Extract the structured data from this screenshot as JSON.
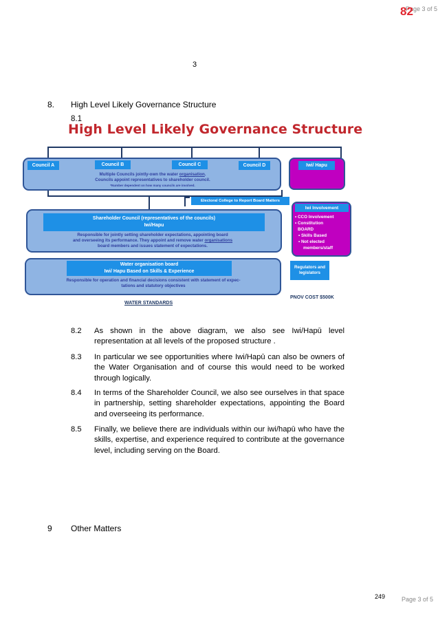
{
  "header": {
    "page_of": "Page 3 of 5",
    "stamp": "82"
  },
  "page_number": "3",
  "section8": {
    "number": "8.",
    "title": "High Level Likely Governance Structure"
  },
  "item_81": "8.1",
  "diagram": {
    "title": "High Level Likely Governance Structure",
    "councils": [
      "Council A",
      "Council B",
      "Council C",
      "Council D"
    ],
    "iwi_hapu": "Iwi/ Hapu",
    "councils_line1_pre": "Multiple Councils jointly-own the water ",
    "councils_line1_link": "organisation",
    "councils_line1_post": ".",
    "councils_line2": "Councils appoint representatives to shareholder council.",
    "councils_note": "*Number dependent on how many councils are involved.",
    "electoral": "Electoral College to Report Board Matters",
    "iwi_involvement": "Iwi Involvement",
    "iwi_bullets": [
      "CCO Involvement",
      "Constitution",
      "BOARD"
    ],
    "iwi_sub_bullets": [
      "Skills Based",
      "Not elected",
      "members/staff"
    ],
    "shareholder_title": "Shareholder Council (representatives of the councils)",
    "shareholder_sub": "Iwi/Hapu",
    "shareholder_text1": "Responsible for jointly setting shareholder expectations, appointing board",
    "shareholder_text2_pre": "and overseeing its performance. They appoint and remove water ",
    "shareholder_text2_link": "organisations",
    "shareholder_text3": "board members and issues statement of expectations.",
    "water_board_title": "Water organisation board",
    "water_board_sub": "Iwi/ Hapu Based on Skills & Experience",
    "water_board_text1": "Responsible for operation and financial decisions consistent with statement of expec-",
    "water_board_text2": "tations and statutory objectives",
    "regulators": "Regulators and legislators",
    "pnov": "PNOV COST $500K",
    "water_standards": "WATER STANDARDS"
  },
  "paragraphs": [
    {
      "num": "8.2",
      "text": "As shown in the above diagram, we also see Iwi/Hapū level representation at all levels of the proposed structure ."
    },
    {
      "num": "8.3",
      "text": "In particular we see opportunities where Iwi/Hapū can also be owners of the Water Organisation and of course this would need to be worked through logically."
    },
    {
      "num": "8.4",
      "text": "In terms of the Shareholder Council, we also see ourselves in that space in partnership, setting shareholder expectations, appointing the Board and overseeing its performance."
    },
    {
      "num": "8.5",
      "text": "Finally, we believe there are individuals within our iwi/hapū who have the skills, expertise, and experience required to contribute at the governance level, including serving on the Board."
    }
  ],
  "section9": {
    "number": "9",
    "title": "Other Matters"
  },
  "footer": {
    "page_total": "249",
    "page_of": "Page 3 of 5"
  },
  "colors": {
    "council_blue": "#1e90e6",
    "panel_blue": "#8fb4e3",
    "iwi_purple": "#c000c0",
    "title_red": "#c1272d",
    "stamp_red": "#e0262f"
  }
}
